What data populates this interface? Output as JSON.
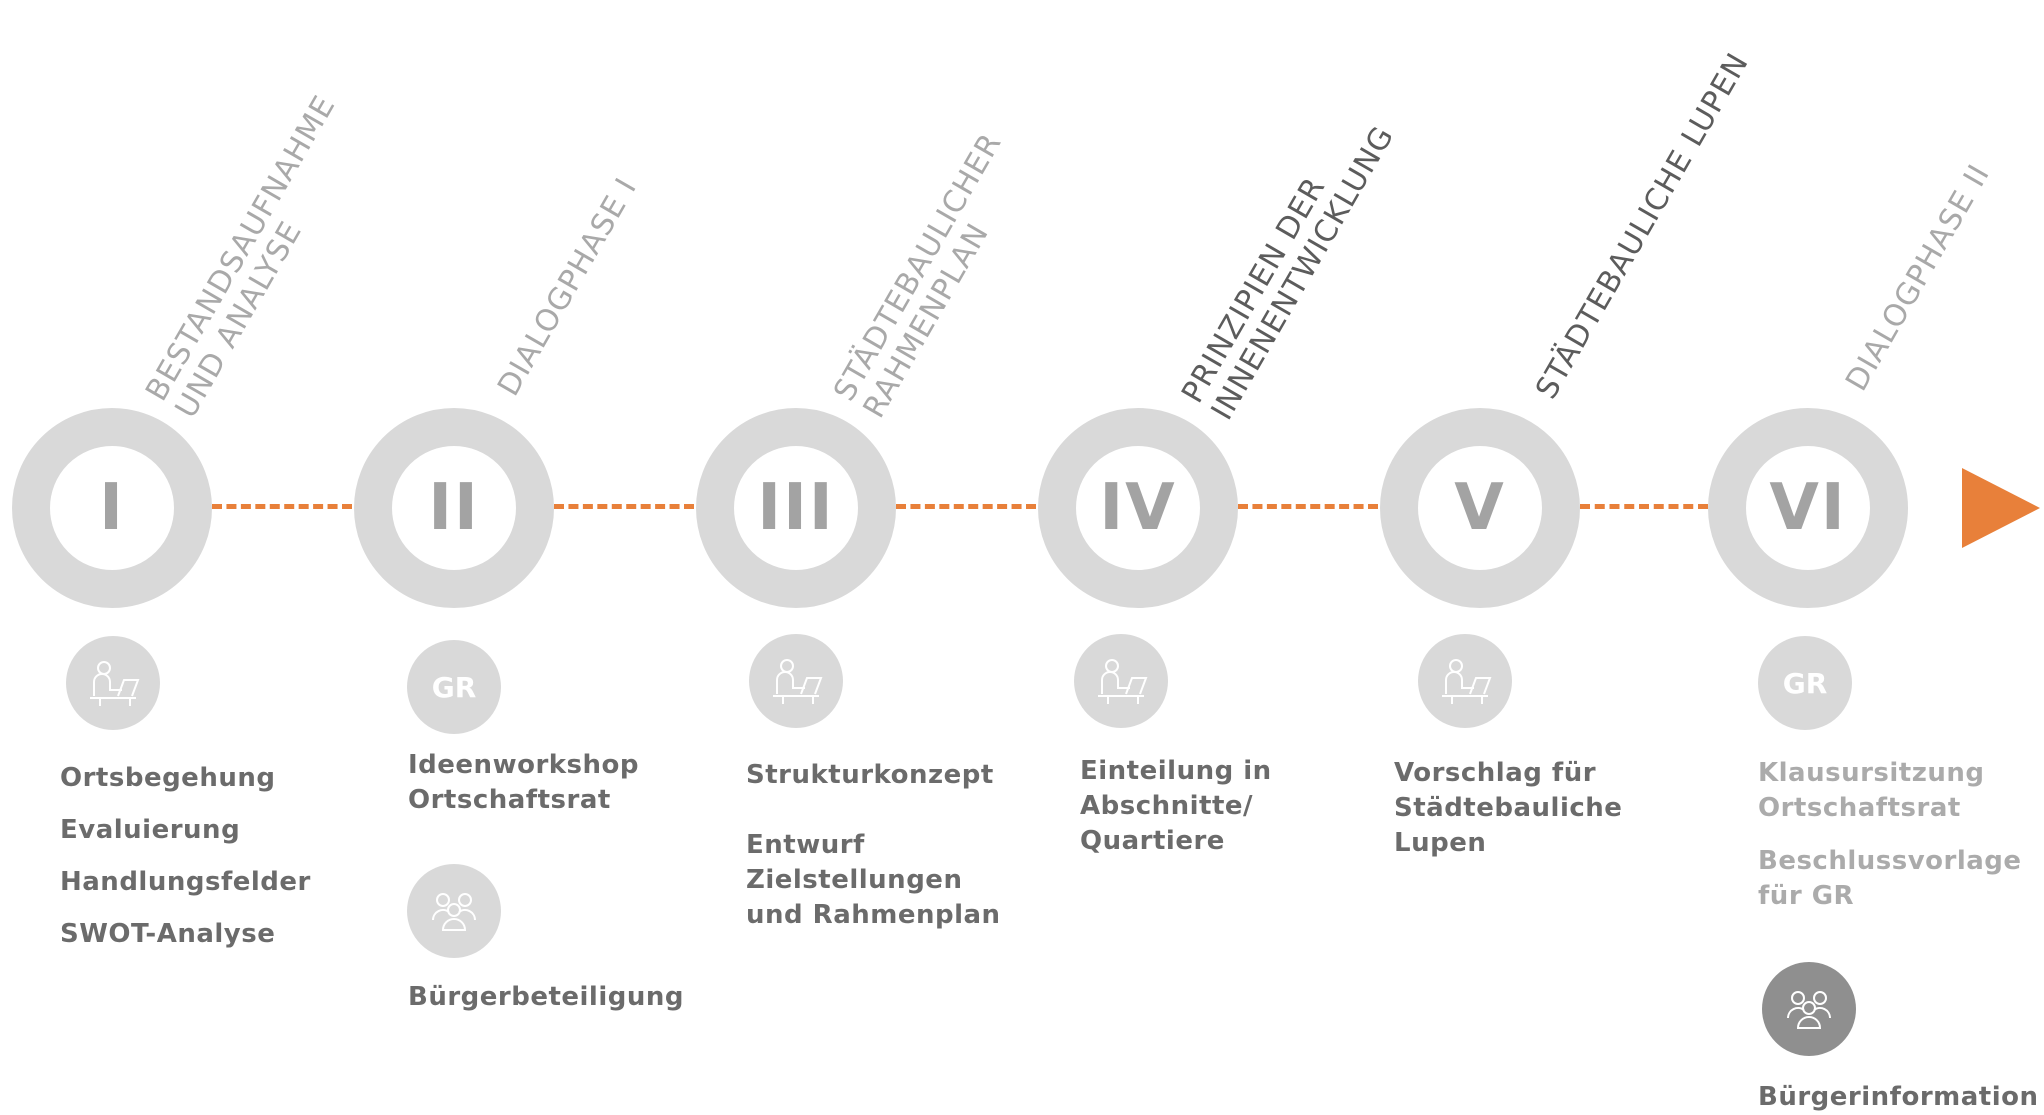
{
  "phases": [
    {
      "numeral": "I",
      "title": [
        "BESTANDSAUFNAHME",
        "UND ANALYSE"
      ]
    },
    {
      "numeral": "II",
      "title": [
        "DIALOGPHASE I"
      ]
    },
    {
      "numeral": "III",
      "title": [
        "STÄDTEBAULICHER",
        "RAHMENPLAN"
      ]
    },
    {
      "numeral": "IV",
      "title": [
        "PRINZIPIEN DER",
        "INNENENTWICKLUNG"
      ]
    },
    {
      "numeral": "V",
      "title": [
        "STÄDTEBAULICHE LUPEN"
      ]
    },
    {
      "numeral": "VI",
      "title": [
        "DIALOGPHASE II"
      ]
    }
  ],
  "icons": {
    "gr_label": "GR",
    "names": [
      "desk-worker-icon",
      "gr-badge-icon",
      "citizens-group-icon"
    ]
  },
  "phase1_items": [
    "Ortsbegehung",
    "Evaluierung",
    "Handlungsfelder",
    "SWOT-Analyse"
  ],
  "phase2": {
    "item1": [
      "Ideenworkshop",
      "Ortschaftsrat"
    ],
    "item2": "Bürgerbeteiligung"
  },
  "phase3": {
    "item1": "Strukturkonzept",
    "item2": [
      "Entwurf",
      "Zielstellungen",
      "und Rahmenplan"
    ]
  },
  "phase4_items": [
    "Einteilung in",
    "Abschnitte/",
    "Quartiere"
  ],
  "phase5_items": [
    "Vorschlag für",
    "Städtebauliche",
    "Lupen"
  ],
  "phase6": {
    "item1": [
      "Klausursitzung",
      "Ortschaftsrat"
    ],
    "item2": [
      "Beschlussvorlage",
      "für GR"
    ],
    "item3": "Bürgerinformation"
  },
  "colors": {
    "accent": "#e8803a",
    "ring": "#d9d9d9",
    "numeral": "#a3a3a3",
    "text_dark": "#6b6b6b",
    "text_light": "#ababab",
    "icon_dark": "#8f8f8f"
  }
}
